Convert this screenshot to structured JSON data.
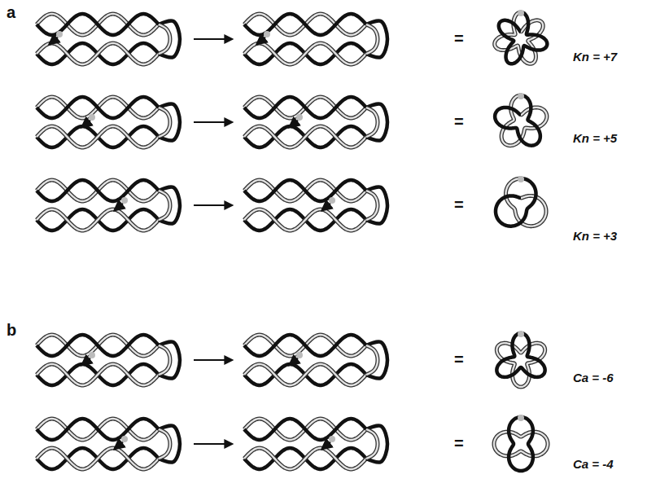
{
  "diagram": {
    "labels": [
      "a",
      "=",
      "Kn = +7",
      "=",
      "Kn = +5",
      "=",
      "Kn = +3",
      "b",
      "=",
      "Ca = -6",
      "=",
      "Ca = -4"
    ]
  }
}
